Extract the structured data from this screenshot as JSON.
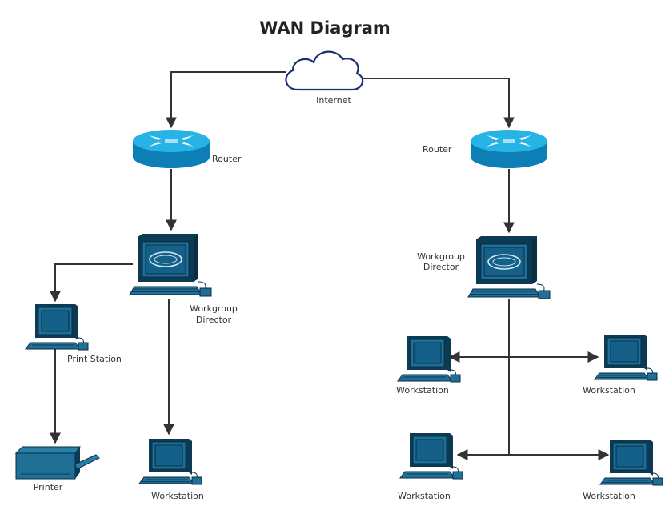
{
  "title": "WAN Diagram",
  "colors": {
    "device_fill": "#1f6f96",
    "device_dark": "#0c3a55",
    "router_top": "#27b3e6",
    "router_body": "#0b7fb6",
    "cloud_stroke": "#1a2f6e",
    "line": "#333333"
  },
  "nodes": {
    "internet": {
      "label": "Internet",
      "icon": "cloud-icon"
    },
    "router_left": {
      "label": "Router",
      "icon": "router-icon"
    },
    "router_right": {
      "label": "Router",
      "icon": "router-icon"
    },
    "director_left": {
      "label_line1": "Workgroup",
      "label_line2": "Director",
      "icon": "workgroup-director-icon"
    },
    "director_right": {
      "label_line1": "Workgroup",
      "label_line2": "Director",
      "icon": "workgroup-director-icon"
    },
    "print_station": {
      "label": "Print Station",
      "icon": "workstation-icon"
    },
    "printer": {
      "label": "Printer",
      "icon": "printer-icon"
    },
    "workstation_left": {
      "label": "Workstation",
      "icon": "workstation-icon"
    },
    "workstation_r1": {
      "label": "Workstation",
      "icon": "workstation-icon"
    },
    "workstation_r2": {
      "label": "Workstation",
      "icon": "workstation-icon"
    },
    "workstation_r3": {
      "label": "Workstation",
      "icon": "workstation-icon"
    },
    "workstation_r4": {
      "label": "Workstation",
      "icon": "workstation-icon"
    }
  },
  "connections": [
    {
      "from": "internet",
      "to": "router_left"
    },
    {
      "from": "internet",
      "to": "router_right"
    },
    {
      "from": "router_left",
      "to": "director_left"
    },
    {
      "from": "router_right",
      "to": "director_right"
    },
    {
      "from": "director_left",
      "to": "print_station"
    },
    {
      "from": "print_station",
      "to": "printer"
    },
    {
      "from": "director_left",
      "to": "workstation_left"
    },
    {
      "from": "director_right",
      "to": "workstation_r1"
    },
    {
      "from": "director_right",
      "to": "workstation_r2"
    },
    {
      "from": "director_right",
      "to": "workstation_r3"
    },
    {
      "from": "director_right",
      "to": "workstation_r4"
    }
  ]
}
